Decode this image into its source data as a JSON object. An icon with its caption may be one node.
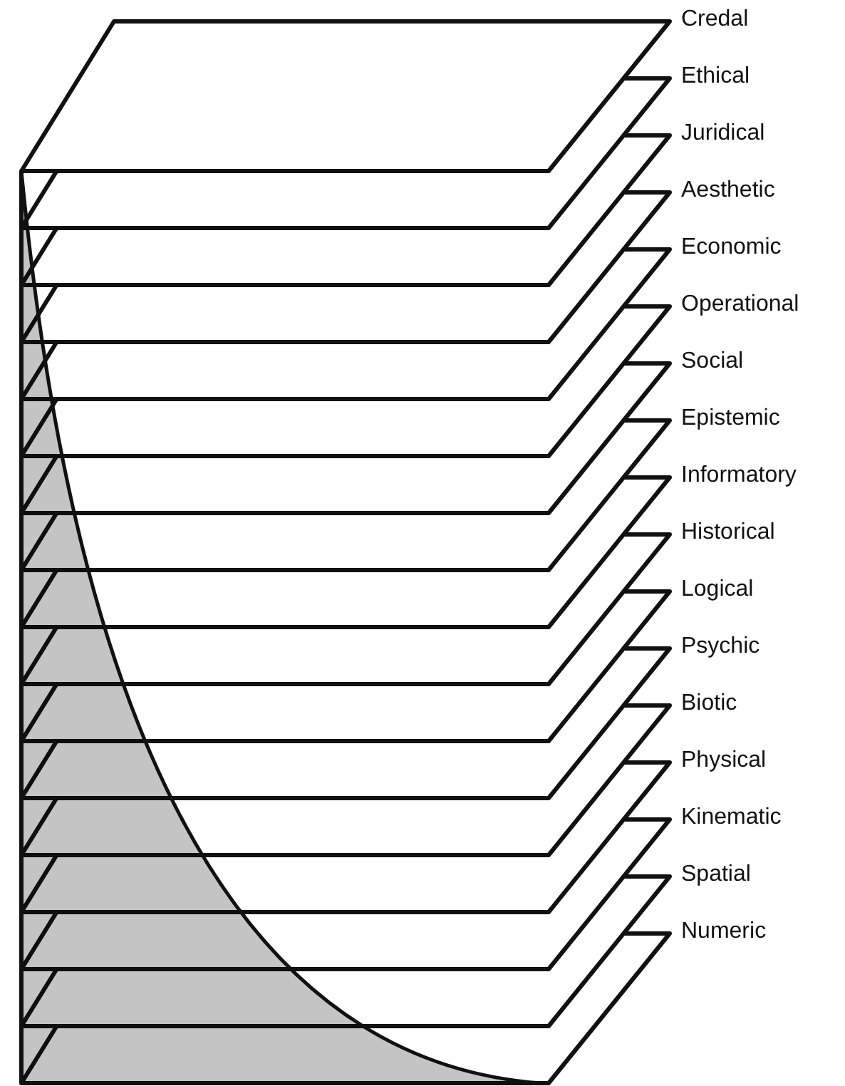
{
  "diagram": {
    "nodes": [
      {
        "text": [
          "Credal"
        ]
      },
      {
        "text": [
          "Ethical"
        ]
      },
      {
        "text": [
          "Juridical"
        ]
      },
      {
        "text": [
          "Aesthetic"
        ]
      },
      {
        "text": [
          "Economic"
        ]
      },
      {
        "text": [
          "Operational"
        ]
      },
      {
        "text": [
          "Social"
        ]
      },
      {
        "text": [
          "Epistemic"
        ]
      },
      {
        "text": [
          "Informatory"
        ]
      },
      {
        "text": [
          "Historical"
        ]
      },
      {
        "text": [
          "Logical"
        ]
      },
      {
        "text": [
          "Psychic"
        ]
      },
      {
        "text": [
          "Biotic"
        ]
      },
      {
        "text": [
          "Physical"
        ]
      },
      {
        "text": [
          "Kinematic"
        ]
      },
      {
        "text": [
          "Spatial"
        ]
      },
      {
        "text": [
          "Numeric"
        ]
      }
    ]
  }
}
